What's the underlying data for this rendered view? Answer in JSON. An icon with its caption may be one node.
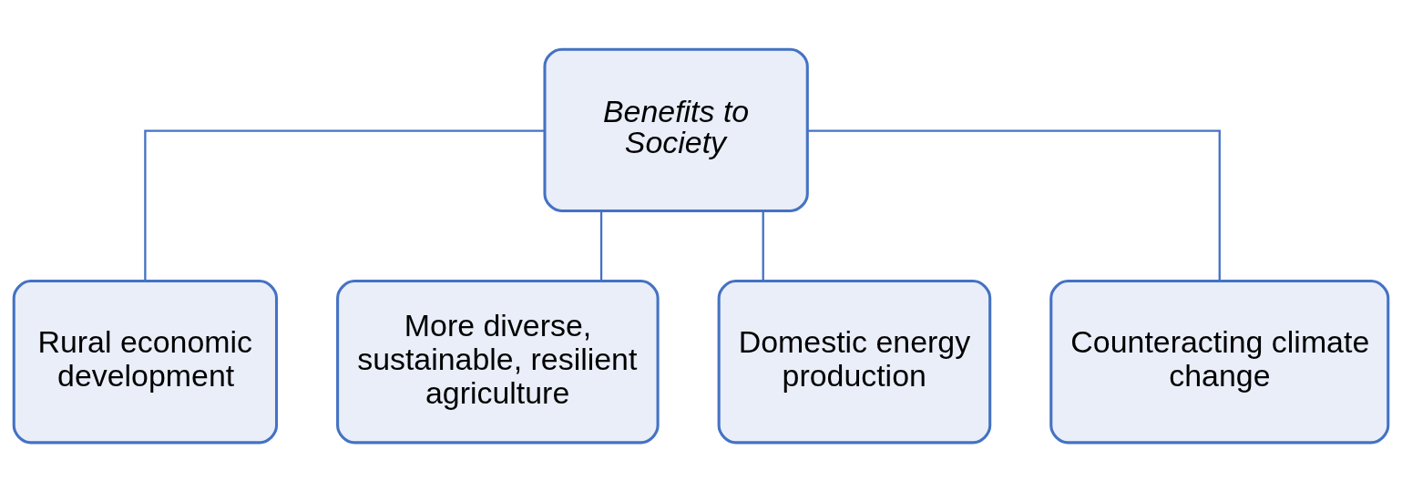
{
  "diagram": {
    "nodes": [
      {
        "text": [
          "Benefits to Society"
        ]
      },
      {
        "text": [
          "Rural economic development"
        ]
      },
      {
        "text": [
          "More diverse, sustainable, resilient agriculture"
        ]
      },
      {
        "text": [
          "Domestic energy production"
        ]
      },
      {
        "text": [
          "Counteracting climate change"
        ]
      }
    ],
    "edges": [
      {
        "from": 0,
        "to": 1,
        "arrow": "none"
      },
      {
        "from": 0,
        "to": 2,
        "arrow": "none"
      },
      {
        "from": 0,
        "to": 3,
        "arrow": "none"
      },
      {
        "from": 0,
        "to": 4,
        "arrow": "none"
      }
    ]
  }
}
